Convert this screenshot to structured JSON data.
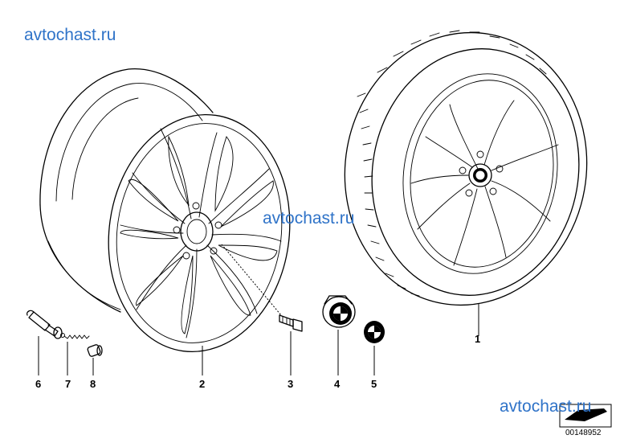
{
  "watermarks": {
    "top_left": "avtochast.ru",
    "center": "avtochast.ru",
    "bottom_right": "avtochast.ru"
  },
  "callouts": {
    "tyre_wheel": "1",
    "rim": "2",
    "wheel_bolt": "3",
    "center_cap_hub": "4",
    "emblem": "5",
    "valve": "6",
    "valve_spring": "7",
    "valve_cap": "8"
  },
  "document_number": "00148952",
  "icons": {
    "orientation": "car-silhouette-icon",
    "logo": "bmw-roundel-icon"
  },
  "colors": {
    "watermark": "#2f73c8",
    "lines": "#000000",
    "background": "#ffffff"
  }
}
